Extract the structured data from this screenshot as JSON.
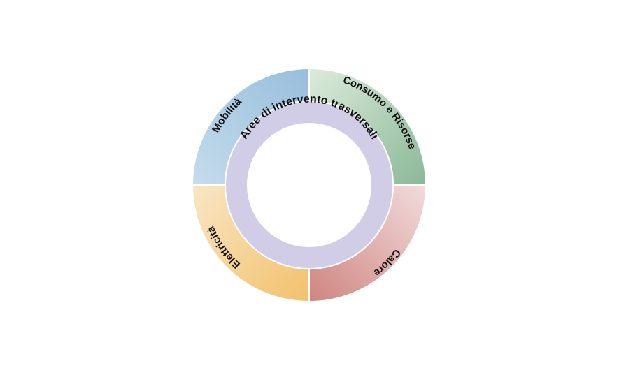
{
  "diagram": {
    "center_ring": {
      "label": "Aree di intervento trasversali",
      "color": "#d2cde6"
    },
    "sectors": [
      {
        "label": "Consumo e Risorse",
        "position": "top-right",
        "gradient": [
          "#dcebdc",
          "#8ab897"
        ]
      },
      {
        "label": "Calore",
        "position": "bottom-right",
        "gradient": [
          "#f1dcdc",
          "#cf8580"
        ]
      },
      {
        "label": "Elettricità",
        "position": "bottom-left",
        "gradient": [
          "#f9e6c4",
          "#f2c16c"
        ]
      },
      {
        "label": "Mobilità",
        "position": "top-left",
        "gradient": [
          "#c5dcec",
          "#98bedc"
        ]
      }
    ]
  }
}
